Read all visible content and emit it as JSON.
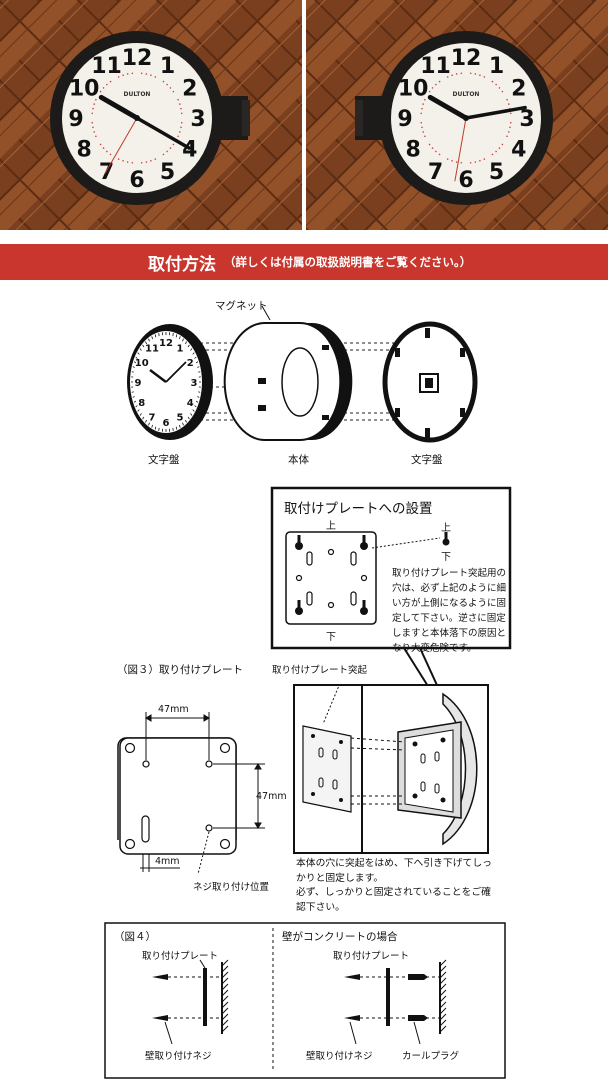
{
  "header": {
    "title": "取付方法",
    "subtitle": "（詳しくは付属の取扱説明書をご覧ください。）"
  },
  "photo_clocks": {
    "numerals": [
      "12",
      "1",
      "2",
      "3",
      "4",
      "5",
      "6",
      "7",
      "8",
      "9",
      "10",
      "11"
    ],
    "brand": "DULTON"
  },
  "exploded": {
    "magnet_label": "マグネット",
    "left_label": "文字盤",
    "center_label": "本体",
    "right_label": "文字盤"
  },
  "plate_box": {
    "title": "取付けプレートへの設置",
    "top": "上",
    "bottom": "下",
    "arrow_top": "上",
    "arrow_bottom": "下",
    "note": "取り付けプレート突起用の穴は、必ず上記のように細い方が上側になるように固定して下さい。逆さに固定しますと本体落下の原因となり大変危険です。"
  },
  "fig3": {
    "title": "（図３）取り付けプレート",
    "dim_width": "47mm",
    "dim_height": "47mm",
    "dim_small": "4mm",
    "screw_pos": "ネジ取り付け位置",
    "protrusion": "取り付けプレート突起",
    "note1": "本体の穴に突起をはめ、下へ引き下げてしっかりと固定します。",
    "note2": "必ず、しっかりと固定されていることをご確認下さい。"
  },
  "fig4": {
    "title": "（図４）",
    "concrete_title": "壁がコンクリートの場合",
    "plate_left": "取り付けプレート",
    "plate_right": "取り付けプレート",
    "screw_left": "壁取り付けネジ",
    "screw_right": "壁取り付けネジ",
    "plug": "カールプラグ"
  },
  "colors": {
    "accent": "#c8362e",
    "wood": "#8a4a22",
    "frame": "#1d1b19",
    "dial": "#f4f1ea"
  }
}
